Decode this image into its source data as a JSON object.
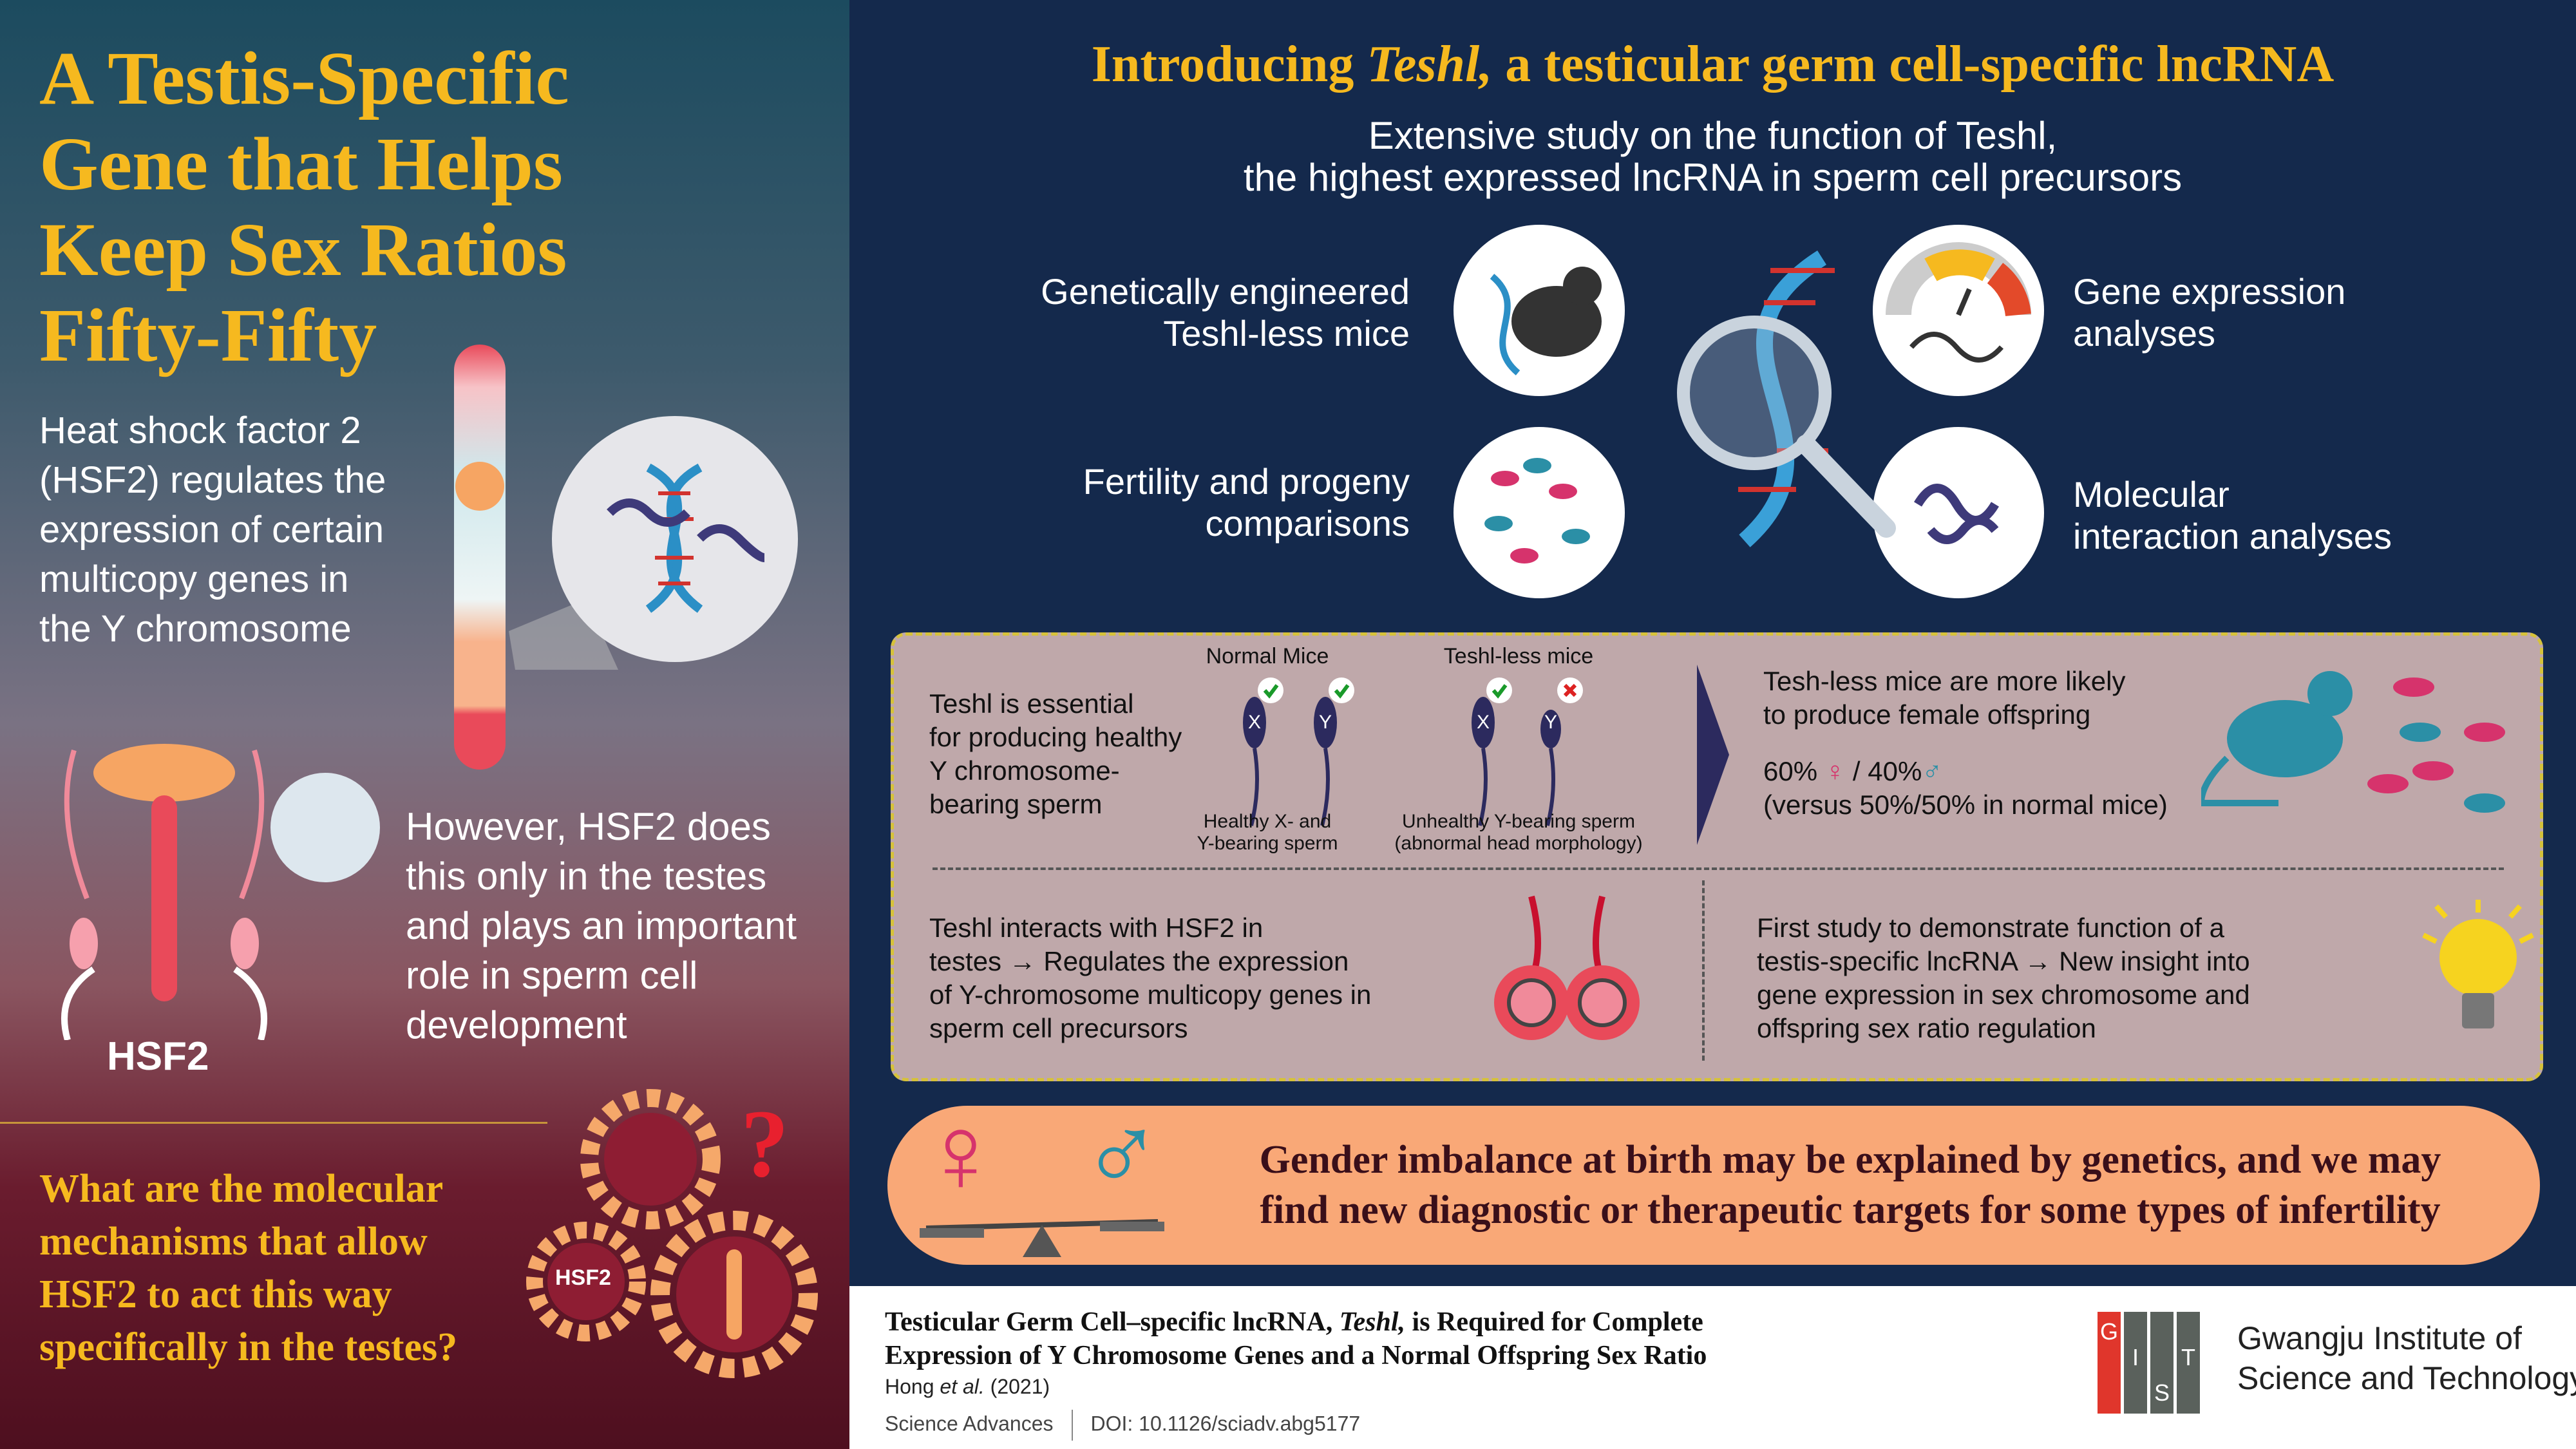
{
  "left": {
    "title_lines": [
      "A Testis-Specific",
      "Gene that Helps",
      "Keep Sex Ratios",
      "Fifty-Fifty"
    ],
    "hsf_text_lines": [
      "Heat shock factor 2",
      "(HSF2) regulates the",
      "expression of certain",
      "multicopy genes in",
      "the Y chromosome"
    ],
    "however_lines": [
      "However, HSF2 does",
      "this only in the testes",
      "and plays an important",
      "role in sperm cell",
      "development"
    ],
    "hsf2_label": "HSF2",
    "gear_label": "HSF2",
    "question_mark": "?",
    "question_lines": [
      "What are the molecular",
      "mechanisms that allow",
      "HSF2 to act this way",
      "specifically in the testes?"
    ]
  },
  "right": {
    "title_prefix": "Introducing ",
    "title_italic": "Teshl,",
    "title_suffix": " a testicular germ cell-specific lncRNA",
    "subtitle_lines": [
      "Extensive study on the function of Teshl,",
      "the highest expressed lncRNA in sperm cell precursors"
    ],
    "methods": {
      "mice": [
        "Genetically engineered",
        "Teshl-less mice"
      ],
      "gene_expr": [
        "Gene expression",
        "analyses"
      ],
      "fertility": [
        "Fertility and progeny",
        "comparisons"
      ],
      "molecular": [
        "Molecular",
        "interaction analyses"
      ]
    },
    "box": {
      "essential_lines": [
        "Teshl is essential",
        "for producing healthy",
        "Y chromosome-",
        "bearing sperm"
      ],
      "normal_mice": "Normal Mice",
      "teshl_less_mice": "Teshl-less mice",
      "x": "X",
      "y": "Y",
      "healthy_caption": [
        "Healthy X- and",
        "Y-bearing sperm"
      ],
      "unhealthy_caption": [
        "Unhealthy Y-bearing sperm",
        "(abnormal head morphology)"
      ],
      "female_lines": [
        "Tesh-less mice are more likely",
        "to produce female offspring"
      ],
      "ratio_female": "60% ",
      "ratio_mid": " / 40%",
      "female_symbol": "♀",
      "male_symbol": "♂",
      "versus": "(versus 50%/50% in normal mice)",
      "interacts_lines": [
        "Teshl interacts with HSF2 in",
        "testes → Regulates the expression",
        "of Y-chromosome multicopy genes in",
        "sperm cell precursors"
      ],
      "first_lines": [
        "First study to demonstrate function of a",
        "testis-specific lncRNA → New insight into",
        "gene expression in sex chromosome and",
        "offspring sex ratio regulation"
      ]
    },
    "banner_lines": [
      "Gender imbalance at birth may be explained by genetics, and we may",
      "find new diagnostic or therapeutic targets for some types of infertility"
    ],
    "banner_female": "♀",
    "banner_male": "♂"
  },
  "footer": {
    "paper_title_1a": "Testicular Germ Cell–specific lncRNA, ",
    "paper_title_1b": "Teshl,",
    "paper_title_1c": " is Required for Complete",
    "paper_title_2": "Expression of Y Chromosome Genes and a Normal Offspring Sex Ratio",
    "authors_a": "Hong ",
    "authors_b": "et al.",
    "authors_c": " (2021)",
    "journal": "Science Advances",
    "doi": "DOI: 10.1126/sciadv.abg5177",
    "logo_letters": [
      "G",
      "I",
      "S",
      "T"
    ],
    "institute_lines": [
      "Gwangju Institute of",
      "Science and Technology"
    ]
  },
  "colors": {
    "accent": "#f6b91f",
    "navy": "#14294c",
    "banner": "#f9a877",
    "box": "#bfa8aa"
  }
}
